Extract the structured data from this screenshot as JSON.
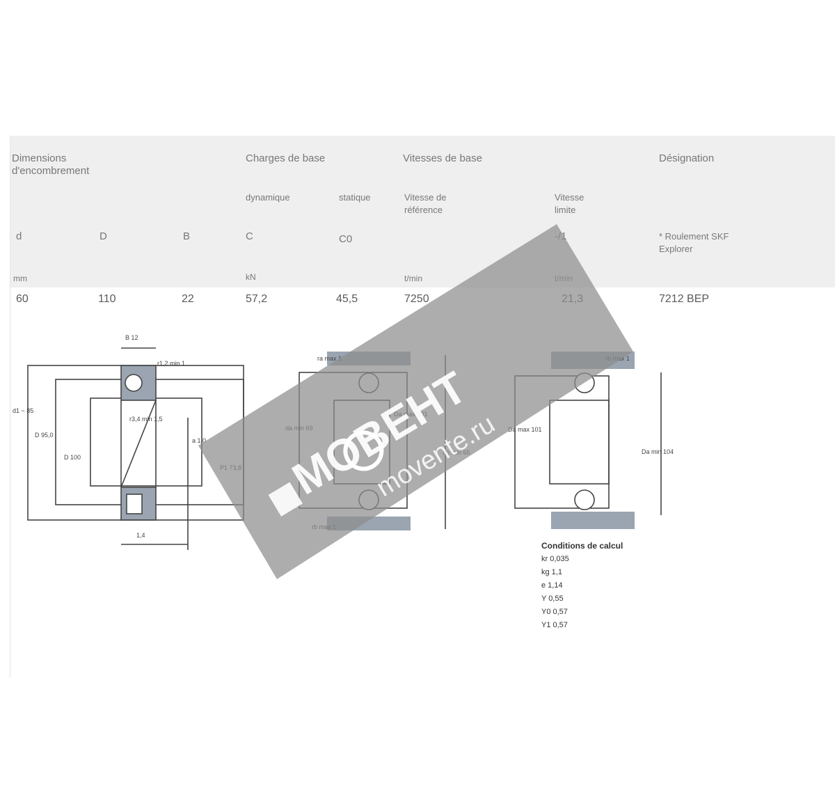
{
  "header": {
    "col_dimensions": "Dimensions\nd'encombrement",
    "col_loads": "Charges de base",
    "col_speeds": "Vitesses de base",
    "col_designation": "Désignation",
    "sub_dynamic": "dynamique",
    "sub_static": "statique",
    "sub_ref_speed": "Vitesse de\nréférence",
    "sub_limit_speed": "Vitesse\nlimite",
    "sym_d": "d",
    "sym_D": "D",
    "sym_B": "B",
    "sym_C": "C",
    "sym_C0": "C0",
    "sym_limit": "-/1",
    "designation_note": "* Roulement SKF\nExplorer"
  },
  "units": {
    "mm": "mm",
    "kN": "kN",
    "rpm_ref": "t/min",
    "rpm_limit": "t/min"
  },
  "row": {
    "d": "60",
    "D": "110",
    "B": "22",
    "C": "57,2",
    "C0": "45,5",
    "ref_speed": "7250",
    "limit_speed": "21,3",
    "designation": "7212 BEP"
  },
  "drawing": {
    "dim_top": "B 12",
    "dim_rs": "r1,2 min 1",
    "dim_d1": "d1 ~ 85",
    "dim_D1": "D 95,0",
    "dim_d2": "D 100",
    "dim_r34": "r3,4 min 1,5",
    "dim_a": "a 1,0",
    "dim_p": "P1 73,8",
    "dim_bottom": "1,4",
    "abut_ra": "ra max 1",
    "abut_da": "da min 69",
    "abut_Da": "Da max 101",
    "abut_db": "db min 65",
    "abut_rb": "rb max 1",
    "abut_Dmin": "Da min 104",
    "abut_Dmax": "Da max 101"
  },
  "sealing": {
    "title": "Conditions de calcul",
    "items": [
      "kr 0,035",
      "kg 1,1",
      "e 1,14",
      "Y 0,55",
      "Y0 0,57",
      "Y1 0,57"
    ]
  },
  "watermark": {
    "brand": "МОВЕНТ",
    "site": "movente.ru",
    "color": "#8d8d8d"
  }
}
